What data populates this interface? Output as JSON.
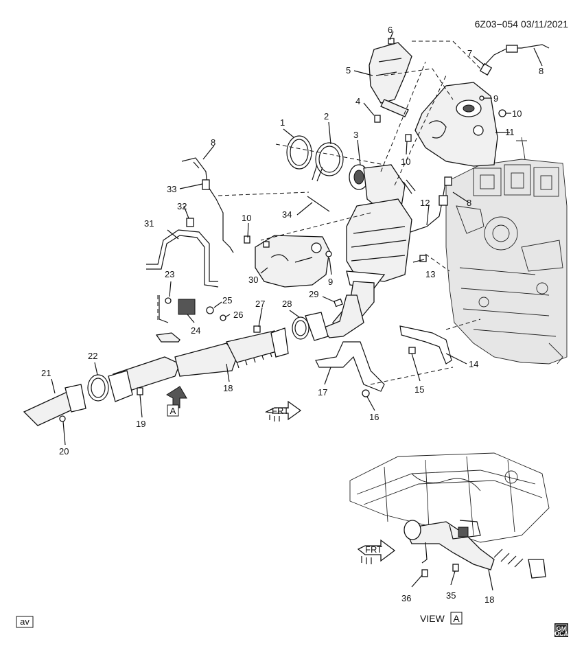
{
  "header": {
    "code": "6Z03−054  03/11/2021"
  },
  "footer": {
    "tag": "av",
    "logo_gm": "GM",
    "logo_sub": "OCA"
  },
  "view_label": {
    "text": "VIEW",
    "letter": "A"
  },
  "arrows": {
    "front_label": "FRT",
    "view_marker_letter": "A",
    "inset_front_label": "FRT"
  },
  "callouts": [
    {
      "id": "c1",
      "text": "1"
    },
    {
      "id": "c2",
      "text": "2"
    },
    {
      "id": "c3",
      "text": "3"
    },
    {
      "id": "c4",
      "text": "4"
    },
    {
      "id": "c5",
      "text": "5"
    },
    {
      "id": "c6",
      "text": "6"
    },
    {
      "id": "c7",
      "text": "7"
    },
    {
      "id": "c8a",
      "text": "8"
    },
    {
      "id": "c8b",
      "text": "8"
    },
    {
      "id": "c8c",
      "text": "8"
    },
    {
      "id": "c9a",
      "text": "9"
    },
    {
      "id": "c9b",
      "text": "9"
    },
    {
      "id": "c10a",
      "text": "10"
    },
    {
      "id": "c10b",
      "text": "10"
    },
    {
      "id": "c10c",
      "text": "10"
    },
    {
      "id": "c11",
      "text": "11"
    },
    {
      "id": "c12",
      "text": "12"
    },
    {
      "id": "c13",
      "text": "13"
    },
    {
      "id": "c14",
      "text": "14"
    },
    {
      "id": "c15",
      "text": "15"
    },
    {
      "id": "c16",
      "text": "16"
    },
    {
      "id": "c17",
      "text": "17"
    },
    {
      "id": "c18a",
      "text": "18"
    },
    {
      "id": "c18b",
      "text": "18"
    },
    {
      "id": "c19",
      "text": "19"
    },
    {
      "id": "c20",
      "text": "20"
    },
    {
      "id": "c21",
      "text": "21"
    },
    {
      "id": "c22",
      "text": "22"
    },
    {
      "id": "c23",
      "text": "23"
    },
    {
      "id": "c24",
      "text": "24"
    },
    {
      "id": "c25",
      "text": "25"
    },
    {
      "id": "c26",
      "text": "26"
    },
    {
      "id": "c27",
      "text": "27"
    },
    {
      "id": "c28",
      "text": "28"
    },
    {
      "id": "c29",
      "text": "29"
    },
    {
      "id": "c30",
      "text": "30"
    },
    {
      "id": "c31",
      "text": "31"
    },
    {
      "id": "c32",
      "text": "32"
    },
    {
      "id": "c33",
      "text": "33"
    },
    {
      "id": "c34",
      "text": "34"
    },
    {
      "id": "c35",
      "text": "35"
    },
    {
      "id": "c36",
      "text": "36"
    }
  ]
}
